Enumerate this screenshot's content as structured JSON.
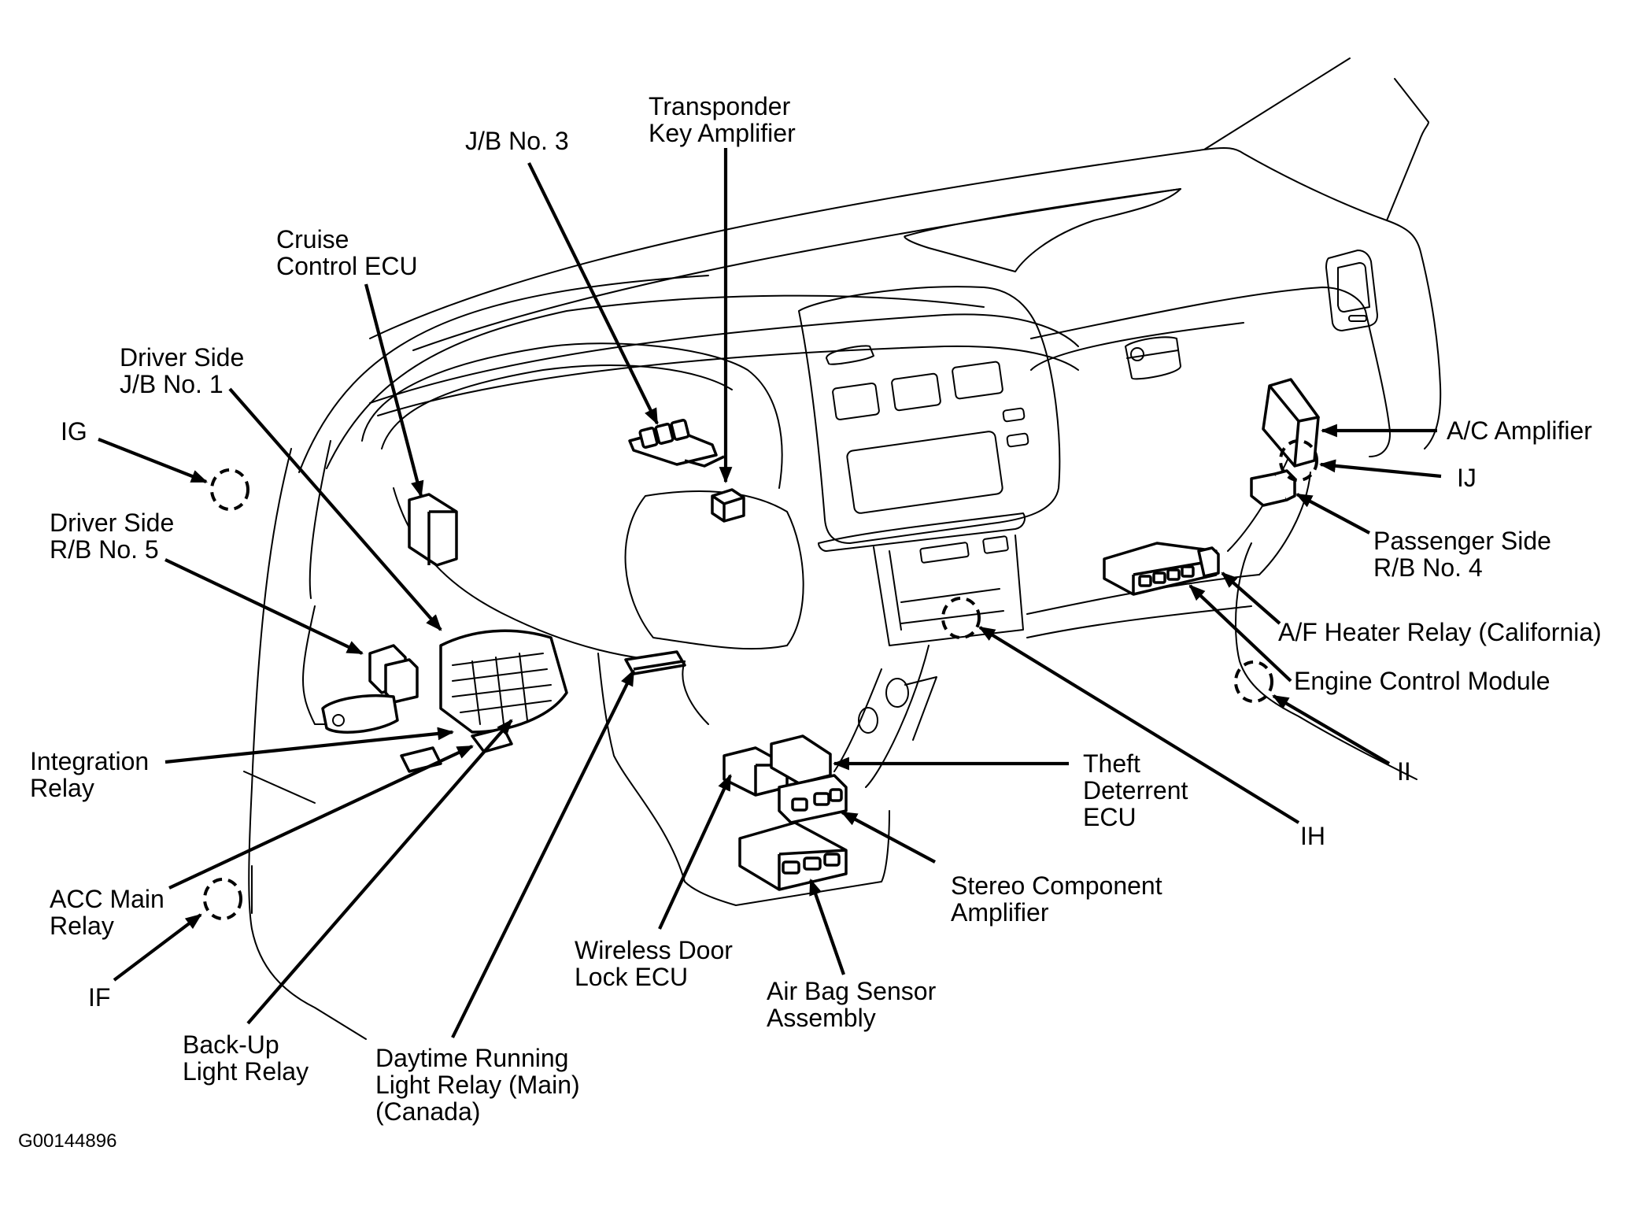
{
  "figure_id": "G00144896",
  "callouts": {
    "transponder": "Transponder\nKey Amplifier",
    "jb3": "J/B No. 3",
    "cruise": "Cruise\nControl ECU",
    "driver_jb1": "Driver Side\nJ/B No. 1",
    "ig": "IG",
    "driver_rb5": "Driver Side\nR/B No. 5",
    "integration": "Integration\nRelay",
    "acc_main": "ACC Main\nRelay",
    "if": "IF",
    "backup": "Back-Up\nLight Relay",
    "drl": "Daytime Running\nLight Relay (Main)\n(Canada)",
    "wireless": "Wireless Door\nLock ECU",
    "airbag": "Air Bag Sensor\nAssembly",
    "stereo": "Stereo Component\nAmplifier",
    "theft": "Theft\nDeterrent\nECU",
    "ih": "IH",
    "ii": "II",
    "ecm": "Engine Control Module",
    "af_heater": "A/F Heater Relay (California)",
    "passenger_rb4": "Passenger Side\nR/B No. 4",
    "ij": "IJ",
    "ac_amp": "A/C Amplifier"
  }
}
